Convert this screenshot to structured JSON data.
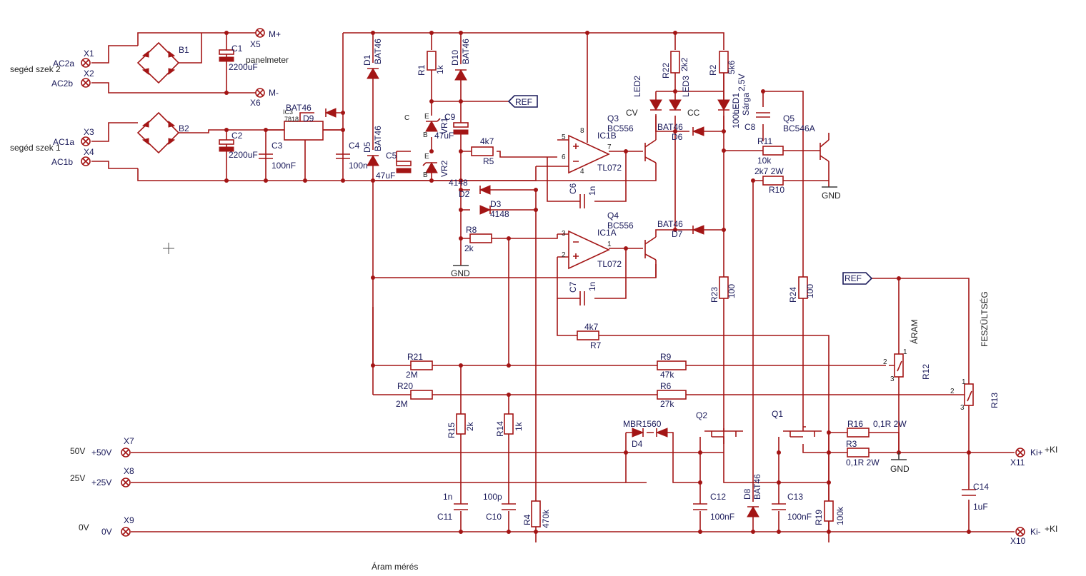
{
  "connectors": [
    {
      "ref": "X1",
      "net": "AC2a"
    },
    {
      "ref": "X2",
      "net": "AC2b"
    },
    {
      "ref": "X3",
      "net": "AC1a"
    },
    {
      "ref": "X4",
      "net": "AC1b"
    },
    {
      "ref": "X5",
      "net": "M+"
    },
    {
      "ref": "X6",
      "net": "M-"
    },
    {
      "ref": "X7",
      "net": "+50V"
    },
    {
      "ref": "X8",
      "net": "+25V"
    },
    {
      "ref": "X9",
      "net": "0V"
    },
    {
      "ref": "X10",
      "net": "Ki-"
    },
    {
      "ref": "X11",
      "net": "Ki+"
    }
  ],
  "notes": {
    "seged2": "segéd szek 2",
    "seged1": "segéd szek 1",
    "panelmeter": "panelmeter",
    "aram_meres": "Áram mérés",
    "aram": "ÁRAM",
    "feszultseg": "FESZÜLTSÉG",
    "ki_plus": "+KI",
    "ki_minus": "+KI",
    "v50": "50V",
    "v25": "25V",
    "v0": "0V",
    "ref": "REF",
    "gnd": "GND",
    "uc_label": "IC3",
    "u7818": "7818",
    "p2": "2",
    "p1": "1",
    "p3": "3",
    "pin5": "5",
    "pin6": "6",
    "pin7": "7",
    "pin8": "8",
    "pin4": "4",
    "pin3": "3",
    "pin2": "2",
    "pin1": "1",
    "cv": "CV",
    "cc": "CC",
    "b": "B",
    "c": "C",
    "e": "E"
  },
  "components": {
    "B1": {
      "ref": "B1"
    },
    "B2": {
      "ref": "B2"
    },
    "C1": {
      "ref": "C1",
      "value": "2200uF"
    },
    "C2": {
      "ref": "C2",
      "value": "2200uF"
    },
    "C3": {
      "ref": "C3",
      "value": "100nF"
    },
    "C4": {
      "ref": "C4",
      "value": "100n"
    },
    "C5": {
      "ref": "C5",
      "value": "47uF"
    },
    "C6": {
      "ref": "C6",
      "value": "1n"
    },
    "C7": {
      "ref": "C7",
      "value": "1n"
    },
    "C8": {
      "ref": "C8",
      "value": "100nF"
    },
    "C9": {
      "ref": "C9",
      "value": "47uF"
    },
    "C10": {
      "ref": "C10",
      "value": "100p"
    },
    "C11": {
      "ref": "C11",
      "value": "1n"
    },
    "C12": {
      "ref": "C12",
      "value": "100nF"
    },
    "C13": {
      "ref": "C13",
      "value": "100nF"
    },
    "C14": {
      "ref": "C14",
      "value": "1uF"
    },
    "D1": {
      "ref": "D1",
      "value": "BAT46"
    },
    "D2": {
      "ref": "D2",
      "value": "4148"
    },
    "D3": {
      "ref": "D3",
      "value": "4148"
    },
    "D4": {
      "ref": "D4",
      "value": "MBR1560"
    },
    "D5": {
      "ref": "D5",
      "value": "BAT46"
    },
    "D6": {
      "ref": "D6",
      "value": "BAT46"
    },
    "D7": {
      "ref": "D7",
      "value": "BAT46"
    },
    "D8": {
      "ref": "D8",
      "value": "BAT46"
    },
    "D9": {
      "ref": "D9",
      "value": "BAT46"
    },
    "D10": {
      "ref": "D10",
      "value": "BAT46"
    },
    "IC1A": {
      "ref": "IC1A",
      "value": "TL072"
    },
    "IC1B": {
      "ref": "IC1B",
      "value": "TL072"
    },
    "LED1": {
      "ref": "LED1"
    },
    "LED2": {
      "ref": "LED2"
    },
    "LED3": {
      "ref": "LED3"
    },
    "Q1": {
      "ref": "Q1"
    },
    "Q2": {
      "ref": "Q2"
    },
    "Q3": {
      "ref": "Q3",
      "value": "BC556"
    },
    "Q4": {
      "ref": "Q4",
      "value": "BC556"
    },
    "Q5": {
      "ref": "Q5",
      "value": "BC546A"
    },
    "R1": {
      "ref": "R1",
      "value": "1k"
    },
    "R2": {
      "ref": "R2",
      "value": "5k6"
    },
    "R3": {
      "ref": "R3",
      "value": "0,1R 2W"
    },
    "R4": {
      "ref": "R4",
      "value": "470k"
    },
    "R5": {
      "ref": "R5",
      "value": "4k7"
    },
    "R6": {
      "ref": "R6",
      "value": "27k"
    },
    "R7": {
      "ref": "R7",
      "value": "4k7"
    },
    "R8": {
      "ref": "R8",
      "value": "2k"
    },
    "R9": {
      "ref": "R9",
      "value": "47k"
    },
    "R10": {
      "ref": "R10",
      "value": "2k7 2W"
    },
    "R11": {
      "ref": "R11",
      "value": "10k"
    },
    "R12": {
      "ref": "R12"
    },
    "R13": {
      "ref": "R13"
    },
    "R14": {
      "ref": "R14",
      "value": "1k"
    },
    "R15": {
      "ref": "R15",
      "value": "2k"
    },
    "R16": {
      "ref": "R16",
      "value": "0,1R 2W"
    },
    "R19": {
      "ref": "R19",
      "value": "100k"
    },
    "R20": {
      "ref": "R20",
      "value": "2M"
    },
    "R21": {
      "ref": "R21",
      "value": "2M"
    },
    "R22": {
      "ref": "R22",
      "value": "2k2"
    },
    "R23": {
      "ref": "R23",
      "value": "100"
    },
    "R24": {
      "ref": "R24",
      "value": "100"
    },
    "VR1": {
      "ref": "VR1"
    },
    "VR2": {
      "ref": "VR2"
    },
    "D4b": {
      "ref": "2,5V"
    },
    "LED1b": {
      "ref": "Sárga"
    }
  },
  "colors": {
    "wire": "#a31515",
    "label": "#1a1a5a",
    "ground": "#3a3a3a"
  }
}
